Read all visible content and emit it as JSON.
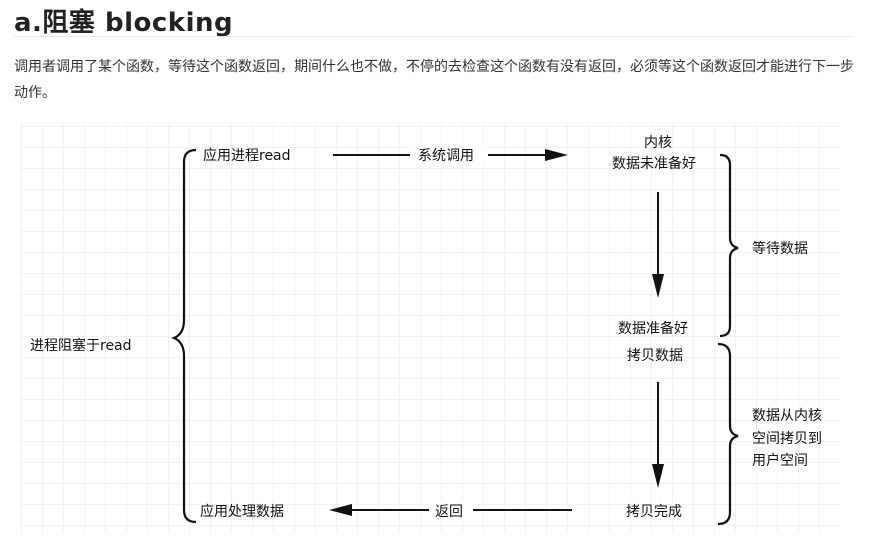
{
  "heading": "a.阻塞 blocking",
  "description": "调用者调用了某个函数，等待这个函数返回，期间什么也不做，不停的去检查这个函数有没有返回，必须等这个函数返回才能进行下一步动作。",
  "diagram": {
    "process_blocked": "进程阻塞于read",
    "app_read": "应用进程read",
    "syscall": "系统调用",
    "kernel_line1": "内核",
    "kernel_line2": "数据未准备好",
    "wait_data": "等待数据",
    "data_ready": "数据准备好",
    "copy_data": "拷贝数据",
    "copy_desc_line1": "数据从内核",
    "copy_desc_line2": "空间拷贝到",
    "copy_desc_line3": "用户空间",
    "copy_done": "拷贝完成",
    "return": "返回",
    "app_process": "应用处理数据"
  },
  "colors": {
    "grid": "#e6e6e6",
    "ink": "#111111"
  }
}
